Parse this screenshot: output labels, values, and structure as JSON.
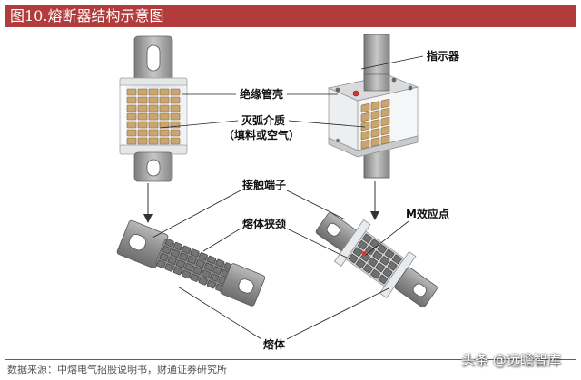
{
  "figure": {
    "title": "图10.熔断器结构示意图"
  },
  "labels": {
    "indicator": "指示器",
    "insulating_tube": "绝缘管壳",
    "arc_medium": "灭弧介质",
    "arc_medium_note": "（填料或空气）",
    "contact_terminal": "接触端子",
    "melt_neck": "熔体狭颈",
    "m_effect_point": "M效应点",
    "fuse_element": "熔体"
  },
  "footer": {
    "source": "数据来源：中熔电气招股说明书，财通证券研究所"
  },
  "watermark": {
    "text": "头条 @远瞻智库"
  },
  "colors": {
    "title_bar": "#b23b3c",
    "copper": "#caa56f",
    "indicator": "#d23a2f",
    "metal": "#8f8f8f"
  }
}
